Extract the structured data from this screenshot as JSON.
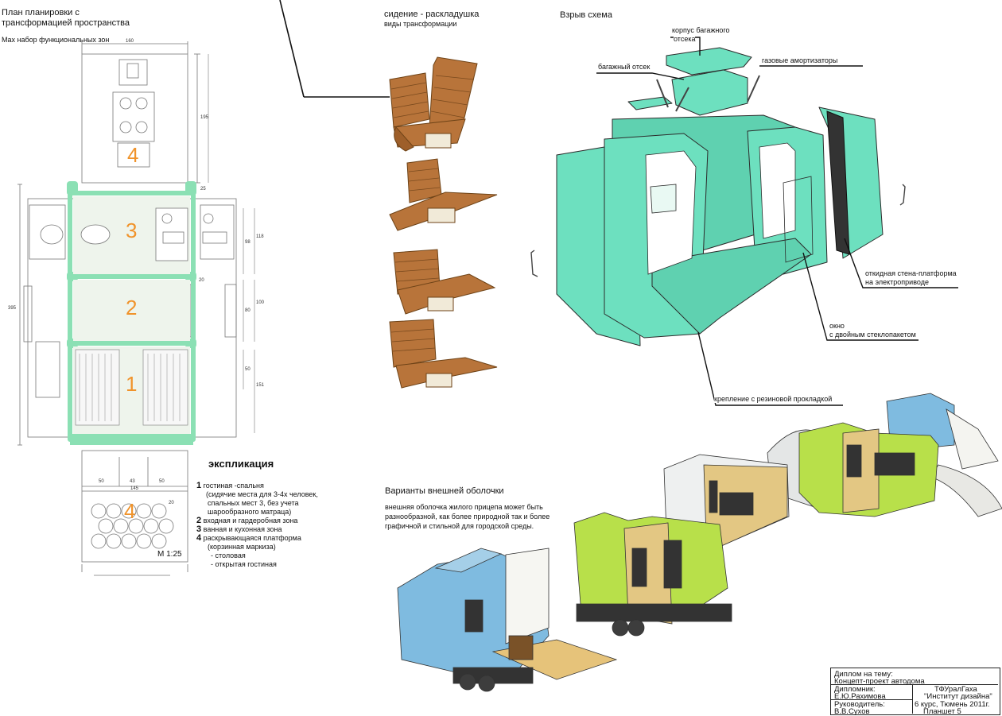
{
  "plan": {
    "title_line1": "План планировки с",
    "title_line2": "трансформацией пространства",
    "subtitle": "Max набор функциональных зон",
    "zone_labels": [
      "4",
      "3",
      "2",
      "1",
      "4"
    ],
    "scale": "М 1:25",
    "dims": {
      "top_width": "160",
      "right_top": "195",
      "right_25": "25",
      "right_98": "98",
      "right_118": "118",
      "right_20": "20",
      "right_80": "80",
      "right_100": "100",
      "right_50": "50",
      "right_151": "151",
      "left_total": "395",
      "bottom_50a": "50",
      "bottom_43": "43",
      "bottom_50b": "50",
      "bottom_145": "145",
      "diag_20": "20"
    }
  },
  "explication": {
    "title": "экспликация",
    "items": [
      {
        "num": "1",
        "lines": [
          "гостиная -спальня",
          "(сидячие места для 3-4х человек,",
          "спальных мест 3, без учета",
          "шарообразного матраца)"
        ]
      },
      {
        "num": "2",
        "lines": [
          "входная и гардеробная зона"
        ]
      },
      {
        "num": "3",
        "lines": [
          "ванная и кухонная зона"
        ]
      },
      {
        "num": "4",
        "lines": [
          "раскрывающаяся платформа",
          "(корзинная маркиза)",
          "- столовая",
          "- открытая гостиная"
        ]
      }
    ]
  },
  "seat": {
    "title": "сидение - раскладушка",
    "subtitle": "виды трансформации"
  },
  "exploded": {
    "title": "Взрыв схема",
    "callouts": {
      "luggage_case": [
        "корпус багажного",
        "отсека"
      ],
      "luggage": "багажный отсек",
      "gas_struts": "газовые амортизаторы",
      "fold_wall": [
        "откидная стена-платформа",
        "на электроприводе"
      ],
      "window": [
        "окно",
        "с двойным стеклопакетом"
      ],
      "mount": "крепление с резиновой прокладкой"
    }
  },
  "shell": {
    "title": "Варианты внешней оболочки",
    "text": [
      "внешняя оболочка жилого прицепа может быть",
      "разнообразной, как более природной так и более",
      "графичной и стильной для городской среды."
    ]
  },
  "stamp": {
    "row1": "Диплом на тему:",
    "row2": "Концепт-проект автодома",
    "diplomant_label": "Дипломник:",
    "diplomant_name": "Е.Ю.Рахимова",
    "supervisor_label": "Руководитель:",
    "supervisor_name": "В.В.Сухов",
    "school1": "ТФУралГаха",
    "school2": "\"Институт дизайна\"",
    "course": "6 курс, Тюмень 2011г.",
    "sheet": "Планшет 5"
  },
  "colors": {
    "green_frame": "#8be0b4",
    "zone_fill": "#eef4ec",
    "orange": "#f0932b",
    "mint": "#6de0bf",
    "wood": "#b8743a",
    "blue": "#7fbbe0",
    "lime": "#b8e04a",
    "tan": "#e3c783"
  }
}
